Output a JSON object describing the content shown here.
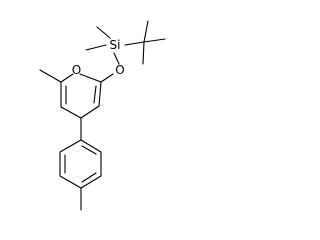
{
  "molecule": {
    "atoms": {
      "oxygen_ring": "O",
      "oxygen_ether": "O",
      "silicon": "Si"
    }
  },
  "colors": {
    "bond": "#000000",
    "label": "#000000",
    "background": "#ffffff"
  }
}
